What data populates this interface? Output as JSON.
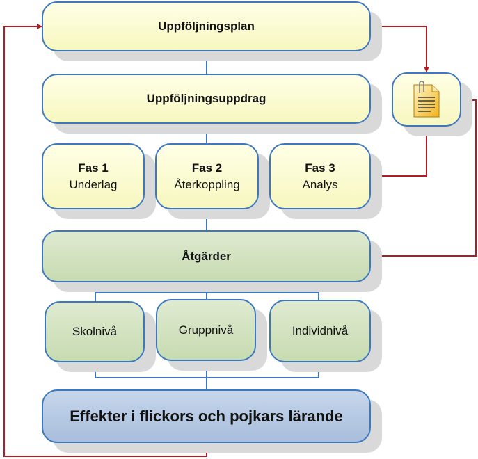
{
  "boxes": {
    "uppfoljningsplan": "Uppföljningsplan",
    "uppfoljningsuppdrag": "Uppföljningsuppdrag",
    "fas1_title": "Fas 1",
    "fas1_sub": "Underlag",
    "fas2_title": "Fas 2",
    "fas2_sub": "Återkoppling",
    "fas3_title": "Fas 3",
    "fas3_sub": "Analys",
    "atgarder": "Åtgärder",
    "skolniva": "Skolnivå",
    "gruppniva": "Gruppnivå",
    "individniva": "Individnivå",
    "effekter": "Effekter i flickors och pojkars lärande"
  },
  "icons": {
    "document": "document-with-paperclip-icon"
  },
  "colors": {
    "box_border": "#3d78bf",
    "feedback_arrow": "#b01c22",
    "yellow_fill": "#f7f7c0",
    "green_fill": "#c7dbb1",
    "blue_fill": "#a8bedc"
  }
}
